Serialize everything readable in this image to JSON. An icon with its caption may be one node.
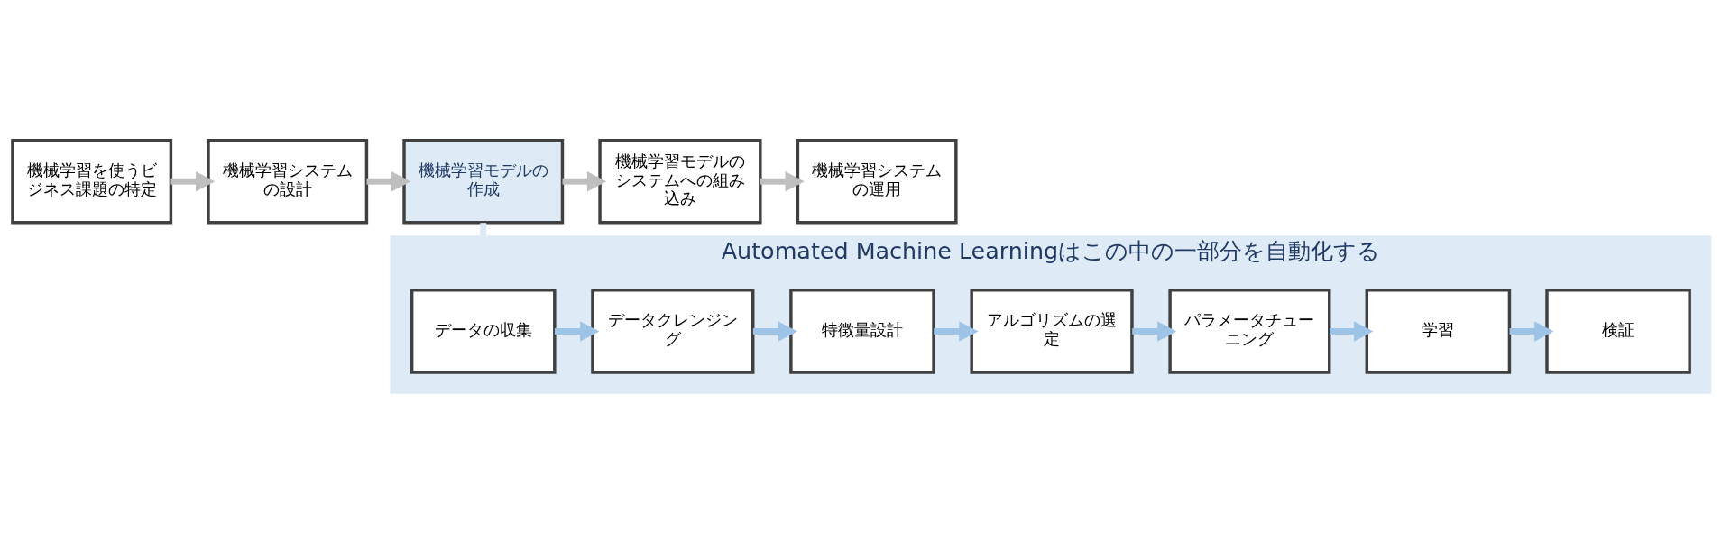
{
  "diagram": {
    "nodes": [
      {
        "text": [
          "機械学習を使うビジネス課題の特定"
        ]
      },
      {
        "text": [
          "機械学習システムの設計"
        ]
      },
      {
        "text": [
          "機械学習モデルの作成"
        ]
      },
      {
        "text": [
          "機械学習モデルのシステムへの組み込み"
        ]
      },
      {
        "text": [
          "機械学習システムの運用"
        ]
      },
      {
        "text": [
          "Automated Machine Learningはこの中の一部分を自動化する"
        ]
      },
      {
        "text": [
          "データの収集"
        ],
        "in": 5
      },
      {
        "text": [
          "データクレンジング"
        ],
        "in": 5
      },
      {
        "text": [
          "特徴量設計"
        ],
        "in": 5
      },
      {
        "text": [
          "アルゴリズムの選定"
        ],
        "in": 5
      },
      {
        "text": [
          "パラメータチューニング"
        ],
        "in": 5
      },
      {
        "text": [
          "学習"
        ],
        "in": 5
      },
      {
        "text": [
          "検証"
        ],
        "in": 5
      }
    ],
    "edges": [
      {
        "from": 0,
        "to": 1,
        "arrow": "to",
        "color": "#bfbfbf"
      },
      {
        "from": 1,
        "to": 2,
        "arrow": "to",
        "color": "#bfbfbf"
      },
      {
        "from": 2,
        "to": 3,
        "arrow": "to",
        "color": "#bfbfbf"
      },
      {
        "from": 3,
        "to": 4,
        "arrow": "to",
        "color": "#bfbfbf"
      },
      {
        "from": 2,
        "to": 5,
        "arrow": "none",
        "color": "#dce9f5"
      },
      {
        "from": 6,
        "to": 7,
        "arrow": "to"
      },
      {
        "from": 7,
        "to": 8,
        "arrow": "to"
      },
      {
        "from": 8,
        "to": 9,
        "arrow": "to"
      },
      {
        "from": 9,
        "to": 10,
        "arrow": "to"
      },
      {
        "from": 10,
        "to": 11,
        "arrow": "to"
      },
      {
        "from": 11,
        "to": 12,
        "arrow": "to"
      }
    ]
  }
}
